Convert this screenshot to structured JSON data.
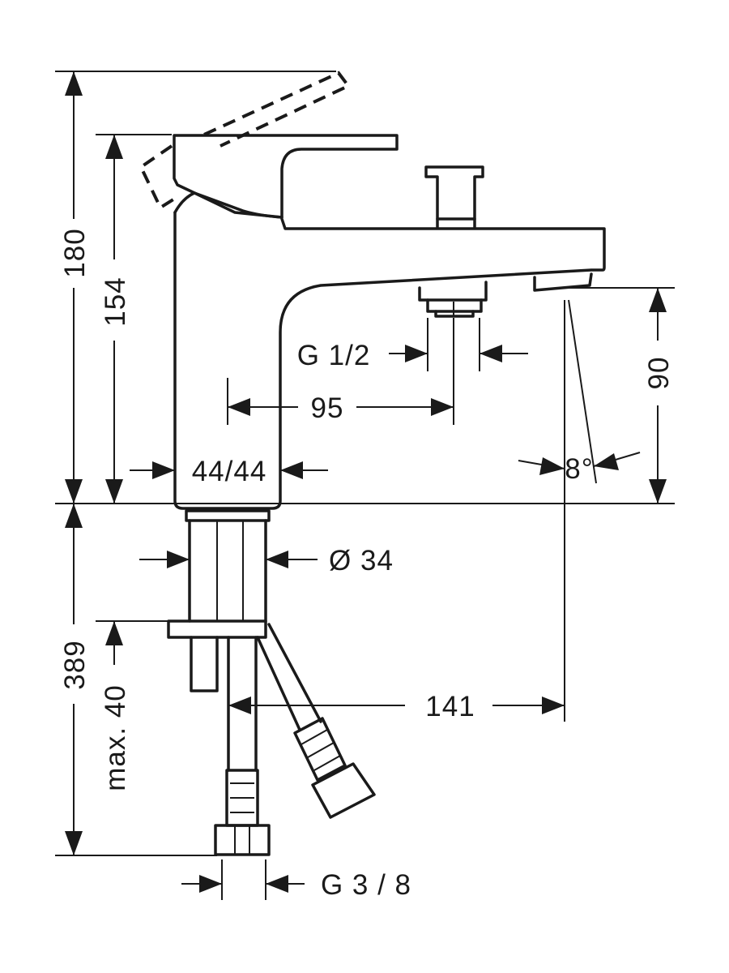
{
  "dimensions": {
    "total_height": "180",
    "body_height": "154",
    "below_deck": "389",
    "max_deck": "max. 40",
    "spout_height": "90",
    "outlet_thread": "G 1/2",
    "outlet_distance": "95",
    "body_section": "44/44",
    "spout_angle": "8°",
    "shank_diameter": "Ø 34",
    "projection": "141",
    "supply_thread": "G 3 / 8"
  }
}
